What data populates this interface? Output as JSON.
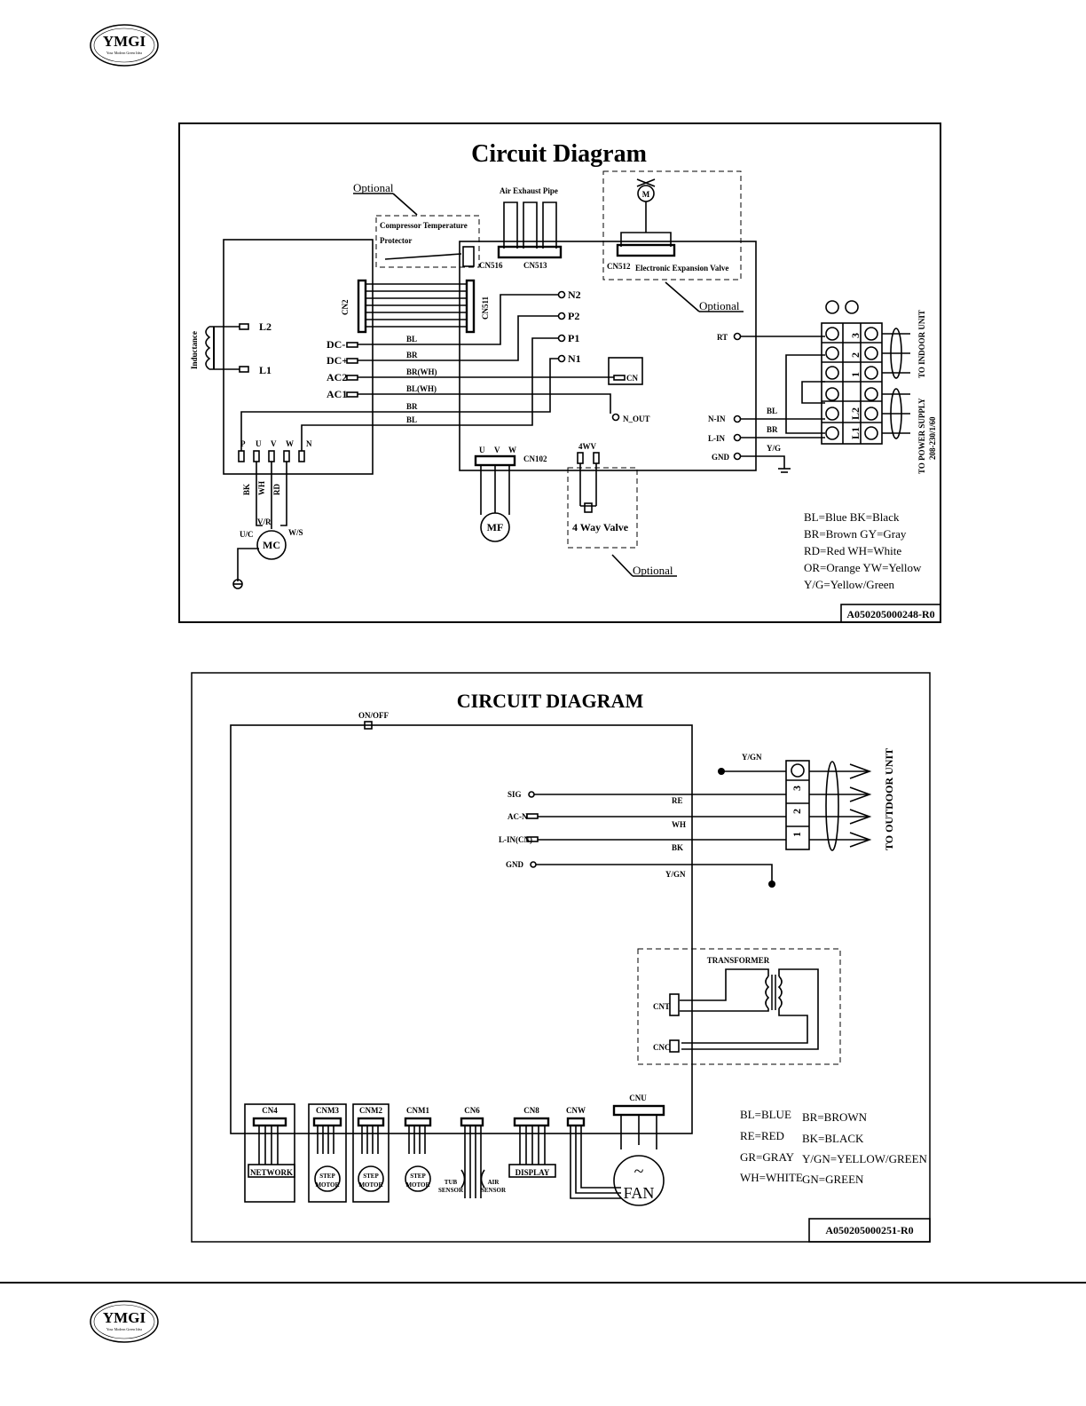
{
  "header_logo": {
    "brand": "YMGI",
    "tagline": "Your Modern Green Idea"
  },
  "footer_logo": {
    "brand": "YMGI",
    "tagline": "Your Modern Green Idea"
  },
  "diagram1": {
    "title": "Circuit Diagram",
    "optional": "Optional",
    "compressor_protector": [
      "Compressor Temperature",
      "Protector"
    ],
    "air_exhaust": "Air Exhaust Pipe",
    "cn516": "CN516",
    "cn513": "CN513",
    "cn512": "CN512",
    "eev": "Electronic Expansion Valve",
    "cn2": "CN2",
    "cn511": "CN511",
    "inductance": "Inductance",
    "l2": "L2",
    "l1": "L1",
    "pins_left": [
      "DC-",
      "DC+",
      "AC2",
      "AC1"
    ],
    "wire_labels": [
      "BL",
      "BR",
      "BR(WH)",
      "BL(WH)",
      "BR",
      "BL"
    ],
    "pins_right": [
      "N2",
      "P2",
      "P1",
      "N1"
    ],
    "cn": "CN",
    "n_out": "N_OUT",
    "puvwn": [
      "P",
      "U",
      "V",
      "W",
      "N"
    ],
    "bk_wh_rd": [
      "BK",
      "WH",
      "RD"
    ],
    "uc": "U/C",
    "vr": "V/R",
    "ws": "W/S",
    "mc": "MC",
    "uvw": [
      "U",
      "V",
      "W"
    ],
    "cn102": "CN102",
    "mf": "MF",
    "fourwv": "4WV",
    "four_way_valve": "4 Way Valve",
    "m": "M",
    "rt": "RT",
    "nin": "N-IN",
    "lin": "L-IN",
    "gnd": "GND",
    "bl": "BL",
    "br": "BR",
    "yg": "Y/G",
    "term_top": [
      "3",
      "2",
      "1"
    ],
    "term_bottom": [
      "L2",
      "L1"
    ],
    "power": [
      "TO POWER SUPPLY",
      "208-230/1/60"
    ],
    "indoor": "TO INDOOR UNIT",
    "legend": [
      "BL=Blue   BK=Black",
      "BR=Brown  GY=Gray",
      "RD=Red    WH=White",
      "OR=Orange YW=Yellow",
      "Y/G=Yellow/Green"
    ],
    "code": "A050205000248-R0"
  },
  "diagram2": {
    "title": "CIRCUIT DIAGRAM",
    "onoff": "ON/OFF",
    "pins": [
      "SIG",
      "AC-N",
      "L-IN(CN)",
      "GND"
    ],
    "wires": [
      "RE",
      "WH",
      "BK",
      "Y/GN"
    ],
    "ygn_top": "Y/GN",
    "terms": [
      "3",
      "2",
      "1"
    ],
    "outdoor": "TO OUTDOOR UNIT",
    "transformer": "TRANSFORMER",
    "cnt": "CNT",
    "cnc": "CNC",
    "connectors": [
      "CN4",
      "CNM3",
      "CNM2",
      "CNM1",
      "CN6",
      "CN8",
      "CNW",
      "CNU"
    ],
    "network": "NETWORK",
    "step_motor": [
      "STEP",
      "MOTOR"
    ],
    "tub_sensor": [
      "TUB",
      "SENSOR"
    ],
    "air_sensor": [
      "AIR",
      "SENSOR"
    ],
    "display": "DISPLAY",
    "fan": "FAN",
    "legend_left": [
      "BL=BLUE",
      "RE=RED",
      "GR=GRAY",
      "WH=WHITE"
    ],
    "legend_right": [
      "BR=BROWN",
      "BK=BLACK",
      "Y/GN=YELLOW/GREEN",
      "GN=GREEN"
    ],
    "code": "A050205000251-R0"
  }
}
